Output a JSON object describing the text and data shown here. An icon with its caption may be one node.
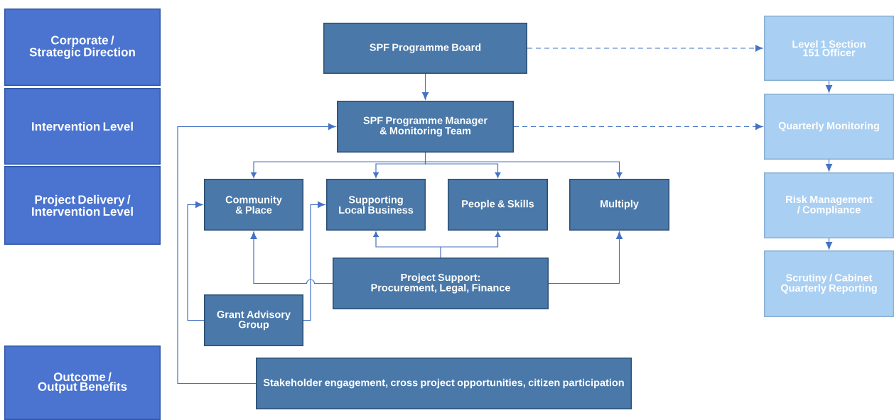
{
  "diagram": {
    "nodes": [
      {
        "text": [
          "Corporate / Strategic Direction"
        ]
      },
      {
        "text": [
          "Intervention Level"
        ]
      },
      {
        "text": [
          "Project Delivery / Intervention Level"
        ]
      },
      {
        "text": [
          "Outcome / Output Benefits"
        ]
      },
      {
        "text": [
          "SPF Programme Board"
        ]
      },
      {
        "text": [
          "SPF Programme Manager & Monitoring Team"
        ]
      },
      {
        "text": [
          "Community & Place"
        ]
      },
      {
        "text": [
          "Supporting Local Business"
        ]
      },
      {
        "text": [
          "People & Skills"
        ]
      },
      {
        "text": [
          "Multiply"
        ]
      },
      {
        "text": [
          "Project Support: Procurement, Legal, Finance"
        ]
      },
      {
        "text": [
          "Grant Advisory Group"
        ]
      },
      {
        "text": [
          "Stakeholder engagement, cross project opportunities, citizen participation"
        ]
      },
      {
        "text": [
          "Level 1 Section 151 Officer"
        ]
      },
      {
        "text": [
          "Quarterly Monitoring"
        ]
      },
      {
        "text": [
          "Risk Management / Compliance"
        ]
      },
      {
        "text": [
          "Scrutiny / Cabinet Quarterly Reporting"
        ]
      }
    ],
    "edges": [
      {
        "from": 4,
        "to": 5,
        "arrow": "to"
      },
      {
        "from": 4,
        "to": 13,
        "arrow": "to",
        "style": "dashed"
      },
      {
        "from": 5,
        "to": 14,
        "arrow": "to",
        "style": "dashed"
      },
      {
        "from": 13,
        "to": 14,
        "arrow": "to"
      },
      {
        "from": 14,
        "to": 15,
        "arrow": "to"
      },
      {
        "from": 15,
        "to": 16,
        "arrow": "to"
      },
      {
        "from": 5,
        "to": 6,
        "arrow": "to"
      },
      {
        "from": 5,
        "to": 7,
        "arrow": "to"
      },
      {
        "from": 5,
        "to": 8,
        "arrow": "to"
      },
      {
        "from": 5,
        "to": 9,
        "arrow": "to"
      },
      {
        "from": 10,
        "to": 6,
        "arrow": "to"
      },
      {
        "from": 10,
        "to": 7,
        "arrow": "to"
      },
      {
        "from": 10,
        "to": 8,
        "arrow": "to"
      },
      {
        "from": 10,
        "to": 9,
        "arrow": "to"
      },
      {
        "from": 11,
        "to": 6,
        "arrow": "to"
      },
      {
        "from": 11,
        "to": 7,
        "arrow": "to"
      },
      {
        "from": 12,
        "to": 5,
        "arrow": "to"
      }
    ]
  }
}
